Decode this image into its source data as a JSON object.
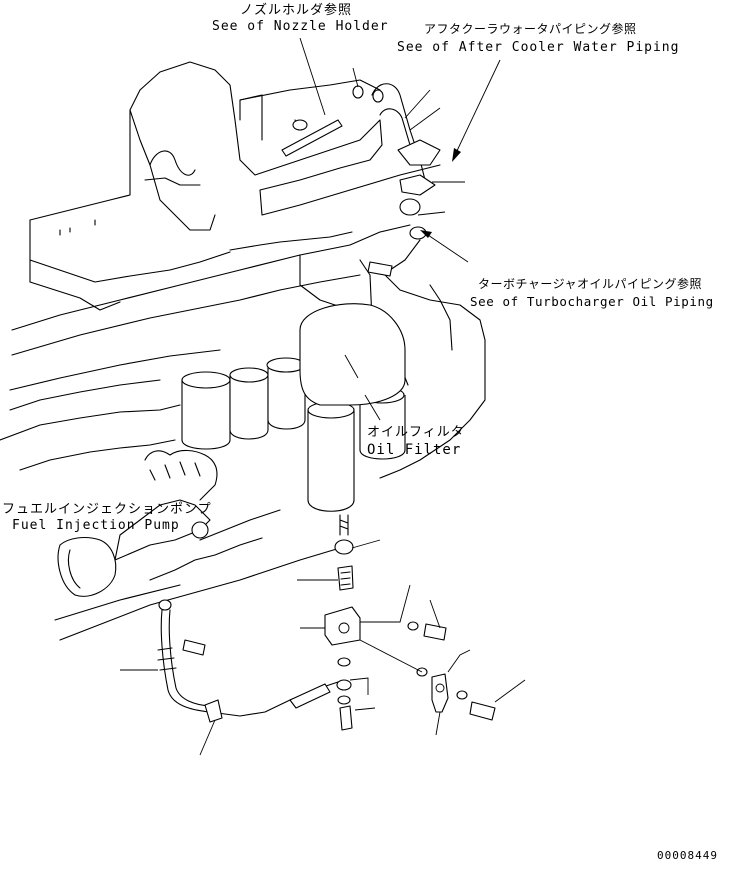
{
  "labels": {
    "nozzle_holder_jp": "ノズルホルダ参照",
    "nozzle_holder_en": "See of Nozzle Holder",
    "after_cooler_jp": "アフタクーラウォータパイピング参照",
    "after_cooler_en": "See of After Cooler Water Piping",
    "turbo_oil_jp": "ターボチャージャオイルパイピング参照",
    "turbo_oil_en": "See of Turbocharger Oil Piping",
    "oil_filter_jp": "オイルフィルタ",
    "oil_filter_en": "Oil Filter",
    "fuel_pump_jp": "フュエルインジェクションポンプ",
    "fuel_pump_en": "Fuel Injection Pump",
    "drawing_number": "00008449"
  }
}
